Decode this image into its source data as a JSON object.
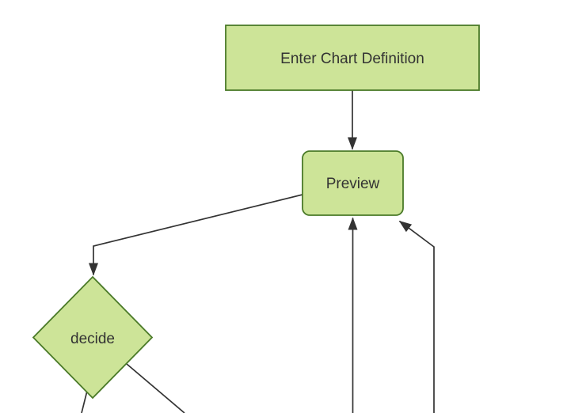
{
  "theme": {
    "background": "#ffffff",
    "node_fill": "#cde498",
    "node_border": "#4a7a28",
    "edge_color": "#333333",
    "label_color": "#333333"
  },
  "diagram_type": "flowchart",
  "nodes": [
    {
      "id": "enter-chart-definition",
      "shape": "rectangle",
      "label": "Enter Chart Definition"
    },
    {
      "id": "preview",
      "shape": "rounded-rectangle",
      "label": "Preview"
    },
    {
      "id": "decide",
      "shape": "diamond",
      "label": "decide"
    }
  ],
  "edges": [
    {
      "from": "Enter Chart Definition",
      "to": "Preview",
      "arrow": true
    },
    {
      "from": "Preview",
      "to": "decide",
      "arrow": true
    },
    {
      "from": "offscreen-bottom",
      "to": "Preview",
      "arrow": true
    },
    {
      "from": "offscreen-bottom",
      "to": "Preview",
      "arrow": true
    },
    {
      "from": "decide",
      "to": "offscreen-bottom-left",
      "arrow": false
    },
    {
      "from": "decide",
      "to": "offscreen-bottom-right",
      "arrow": false
    }
  ]
}
